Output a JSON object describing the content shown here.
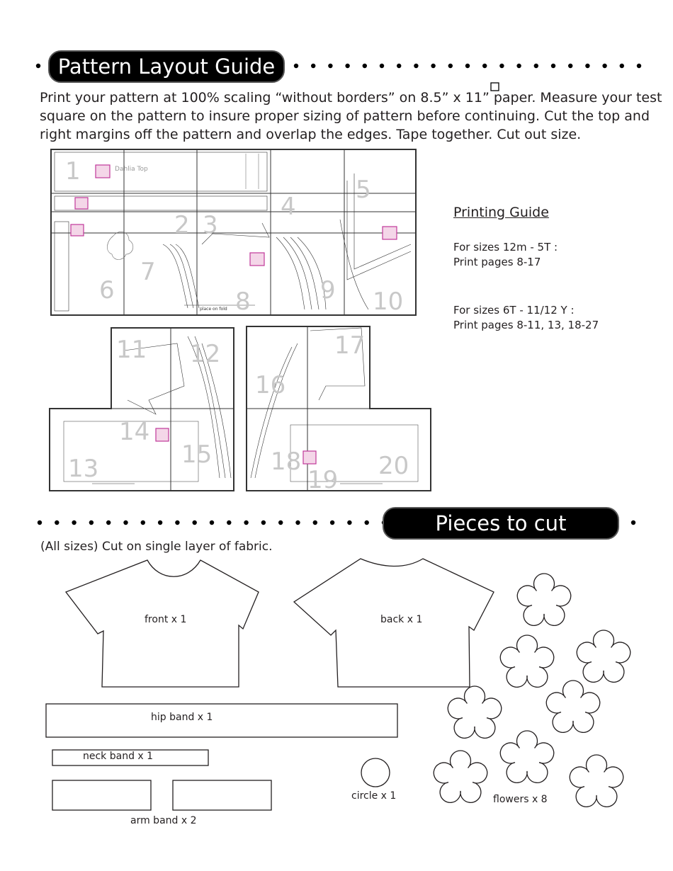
{
  "header": {
    "title": "Pattern Layout Guide"
  },
  "intro": {
    "text": "Print your pattern at 100% scaling “without borders” on 8.5” x 11” paper. Measure your test square on the pattern to insure proper sizing of pattern before continuing.  Cut the top and right margins off the pattern and overlap the edges. Tape together. Cut out size."
  },
  "layout": {
    "page_numbers": [
      "1",
      "2",
      "3",
      "4",
      "5",
      "6",
      "7",
      "8",
      "9",
      "10",
      "11",
      "12",
      "13",
      "14",
      "15",
      "16",
      "17",
      "18",
      "19",
      "20"
    ],
    "pattern_name": "Dahlia Top",
    "fold_label": "place on fold"
  },
  "printing_guide": {
    "title": "Printing Guide",
    "group1": "For sizes 12m - 5T :\nPrint pages 8-17",
    "group2": "For sizes 6T - 11/12 Y :\nPrint pages 8-11, 13, 18-27"
  },
  "pieces": {
    "title": "Pieces to cut",
    "subtitle": "(All sizes) Cut on single layer of fabric.",
    "front": "front x 1",
    "back": "back x 1",
    "hip_band": "hip band x 1",
    "neck_band": "neck band x 1",
    "arm_band": "arm band x 2",
    "circle": "circle x 1",
    "flowers": "flowers x 8"
  }
}
